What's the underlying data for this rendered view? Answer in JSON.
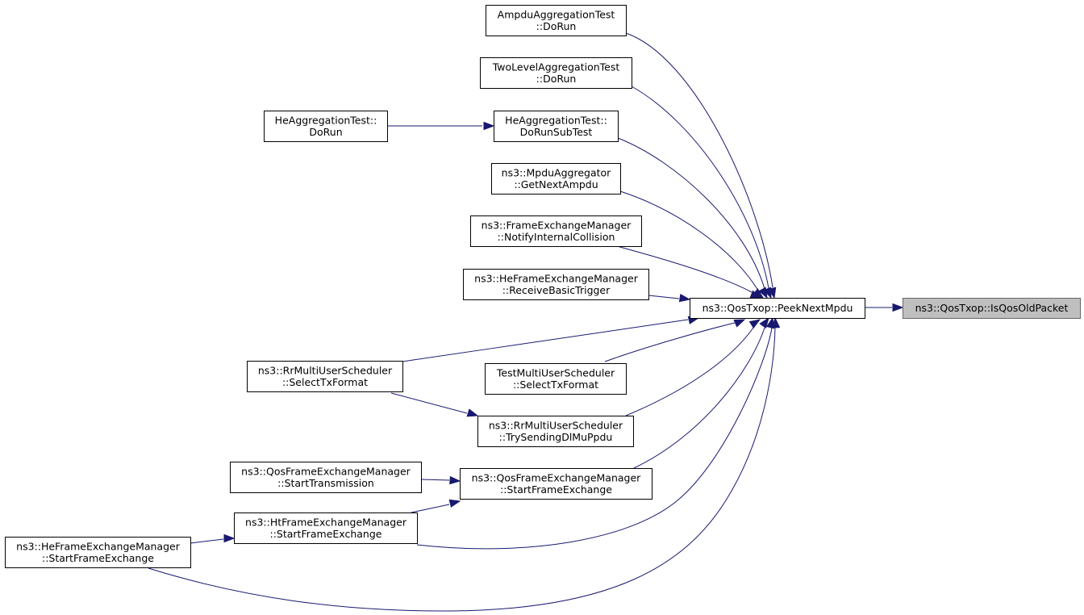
{
  "colors": {
    "edge": "#191970",
    "node_border": "#000000",
    "node_fill": "#ffffff",
    "current_fill": "#bfbfbf"
  },
  "nodes": [
    {
      "id": "isqosoldpacket",
      "lines": [
        "ns3::QosTxop::IsQosOldPacket"
      ],
      "current": true
    },
    {
      "id": "peeknextmpdu",
      "lines": [
        "ns3::QosTxop::PeekNextMpdu"
      ]
    },
    {
      "id": "ampdu-doru",
      "lines": [
        "AmpduAggregationTest",
        "::DoRun"
      ]
    },
    {
      "id": "twolevel-dorun",
      "lines": [
        "TwoLevelAggregationTest",
        "::DoRun"
      ]
    },
    {
      "id": "heagg-dorunsubtest",
      "lines": [
        "HeAggregationTest::",
        "DoRunSubTest"
      ]
    },
    {
      "id": "heagg-dorun",
      "lines": [
        "HeAggregationTest::",
        "DoRun"
      ]
    },
    {
      "id": "mpduagg-getnextampdu",
      "lines": [
        "ns3::MpduAggregator",
        "::GetNextAmpdu"
      ]
    },
    {
      "id": "fem-notifyinternalcollision",
      "lines": [
        "ns3::FrameExchangeManager",
        "::NotifyInternalCollision"
      ]
    },
    {
      "id": "hefem-receivebasictrigger",
      "lines": [
        "ns3::HeFrameExchangeManager",
        "::ReceiveBasicTrigger"
      ]
    },
    {
      "id": "rrmus-selecttxformat",
      "lines": [
        "ns3::RrMultiUserScheduler",
        "::SelectTxFormat"
      ]
    },
    {
      "id": "testmus-selecttxformat",
      "lines": [
        "TestMultiUserScheduler",
        "::SelectTxFormat"
      ]
    },
    {
      "id": "rrmus-trysendingdlmuppdu",
      "lines": [
        "ns3::RrMultiUserScheduler",
        "::TrySendingDlMuPpdu"
      ]
    },
    {
      "id": "qosfem-starttransmission",
      "lines": [
        "ns3::QosFrameExchangeManager",
        "::StartTransmission"
      ]
    },
    {
      "id": "qosfem-startframeexchange",
      "lines": [
        "ns3::QosFrameExchangeManager",
        "::StartFrameExchange"
      ]
    },
    {
      "id": "htfem-startframeexchange",
      "lines": [
        "ns3::HtFrameExchangeManager",
        "::StartFrameExchange"
      ]
    },
    {
      "id": "hefem-startframeexchange",
      "lines": [
        "ns3::HeFrameExchangeManager",
        "::StartFrameExchange"
      ]
    }
  ],
  "edges": [
    {
      "from": "peeknextmpdu",
      "to": "isqosoldpacket"
    },
    {
      "from": "ampdu-doru",
      "to": "peeknextmpdu"
    },
    {
      "from": "twolevel-dorun",
      "to": "peeknextmpdu"
    },
    {
      "from": "heagg-dorunsubtest",
      "to": "peeknextmpdu"
    },
    {
      "from": "heagg-dorun",
      "to": "heagg-dorunsubtest"
    },
    {
      "from": "mpduagg-getnextampdu",
      "to": "peeknextmpdu"
    },
    {
      "from": "fem-notifyinternalcollision",
      "to": "peeknextmpdu"
    },
    {
      "from": "hefem-receivebasictrigger",
      "to": "peeknextmpdu"
    },
    {
      "from": "rrmus-selecttxformat",
      "to": "peeknextmpdu"
    },
    {
      "from": "testmus-selecttxformat",
      "to": "peeknextmpdu"
    },
    {
      "from": "rrmus-trysendingdlmuppdu",
      "to": "peeknextmpdu"
    },
    {
      "from": "rrmus-selecttxformat",
      "to": "rrmus-trysendingdlmuppdu"
    },
    {
      "from": "qosfem-startframeexchange",
      "to": "peeknextmpdu"
    },
    {
      "from": "qosfem-starttransmission",
      "to": "qosfem-startframeexchange"
    },
    {
      "from": "htfem-startframeexchange",
      "to": "qosfem-startframeexchange"
    },
    {
      "from": "htfem-startframeexchange",
      "to": "peeknextmpdu"
    },
    {
      "from": "hefem-startframeexchange",
      "to": "htfem-startframeexchange"
    },
    {
      "from": "hefem-startframeexchange",
      "to": "peeknextmpdu"
    }
  ]
}
